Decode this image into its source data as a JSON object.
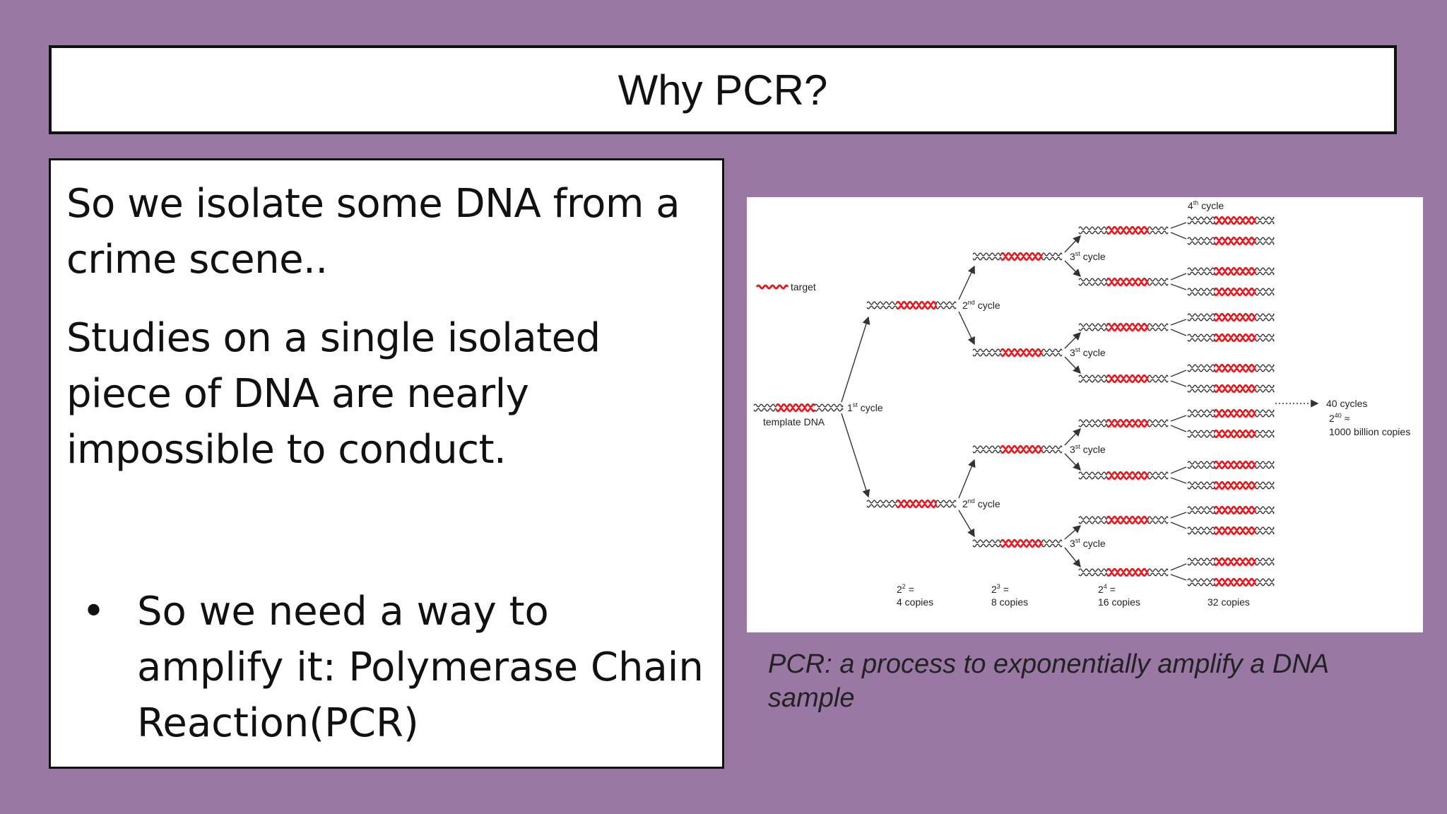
{
  "slide": {
    "title": "Why PCR?",
    "paragraph1": "So we isolate some DNA from a crime scene..",
    "paragraph2": "Studies on a single isolated piece of DNA are nearly impossible to conduct.",
    "bullet_symbol": "•",
    "bullet": "So we need a way to amplify it: Polymerase Chain Reaction(PCR)",
    "caption": "PCR: a process to exponentially amplify a DNA sample"
  },
  "diagram": {
    "legend_target": "target",
    "template_label": "template DNA",
    "cycle1": {
      "n": "1",
      "sup": "st",
      "word": "cycle"
    },
    "cycle2": {
      "n": "2",
      "sup": "nd",
      "word": "cycle"
    },
    "cycle3": {
      "n": "3",
      "sup": "st",
      "word": "cycle"
    },
    "cycle4": {
      "n": "4",
      "sup": "th",
      "word": "cycle"
    },
    "final_cycles": "40 cycles",
    "final_power": {
      "base": "2",
      "exp": "40",
      "approx": "≈"
    },
    "final_copies": "1000 billion copies",
    "counts": [
      {
        "base": "2",
        "exp": "2",
        "eq": "=",
        "copies": "4 copies"
      },
      {
        "base": "2",
        "exp": "3",
        "eq": "=",
        "copies": "8 copies"
      },
      {
        "base": "2",
        "exp": "4",
        "eq": "=",
        "copies": "16 copies"
      },
      {
        "copies": "32 copies"
      }
    ],
    "colors": {
      "strand": "#333333",
      "target": "#e8141c"
    }
  }
}
